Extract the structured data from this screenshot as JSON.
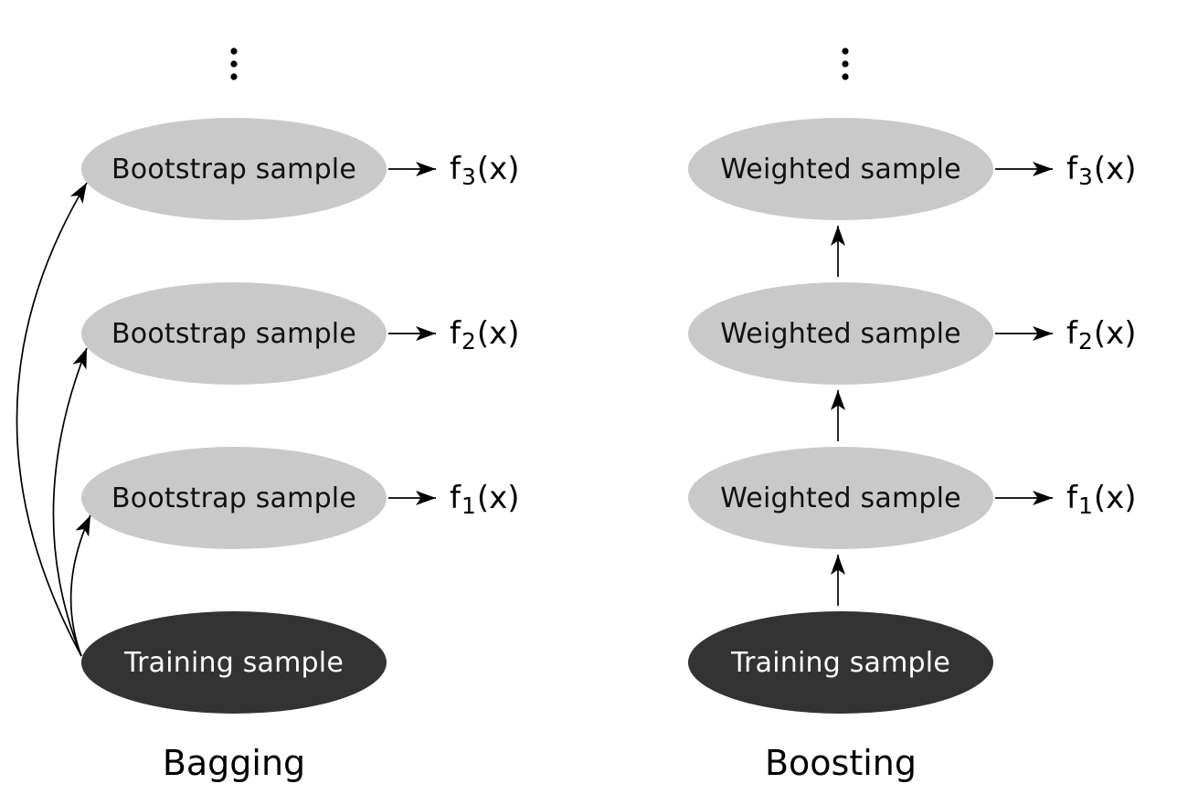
{
  "colors": {
    "sample_fill": "#c9c9c9",
    "training_fill": "#333333",
    "arrow_color": "#000000",
    "sample_text": "#111111",
    "training_text": "#ffffff",
    "bg": "#ffffff"
  },
  "left": {
    "caption": "Bagging",
    "rows": [
      {
        "label": "Bootstrap sample",
        "fn_prefix": "f",
        "fn_sub": "3",
        "fn_suffix": "(x)"
      },
      {
        "label": "Bootstrap sample",
        "fn_prefix": "f",
        "fn_sub": "2",
        "fn_suffix": "(x)"
      },
      {
        "label": "Bootstrap sample",
        "fn_prefix": "f",
        "fn_sub": "1",
        "fn_suffix": "(x)"
      }
    ],
    "training_label": "Training sample"
  },
  "right": {
    "caption": "Boosting",
    "rows": [
      {
        "label": "Weighted sample",
        "fn_prefix": "f",
        "fn_sub": "3",
        "fn_suffix": "(x)"
      },
      {
        "label": "Weighted sample",
        "fn_prefix": "f",
        "fn_sub": "2",
        "fn_suffix": "(x)"
      },
      {
        "label": "Weighted sample",
        "fn_prefix": "f",
        "fn_sub": "1",
        "fn_suffix": "(x)"
      }
    ],
    "training_label": "Training sample"
  }
}
